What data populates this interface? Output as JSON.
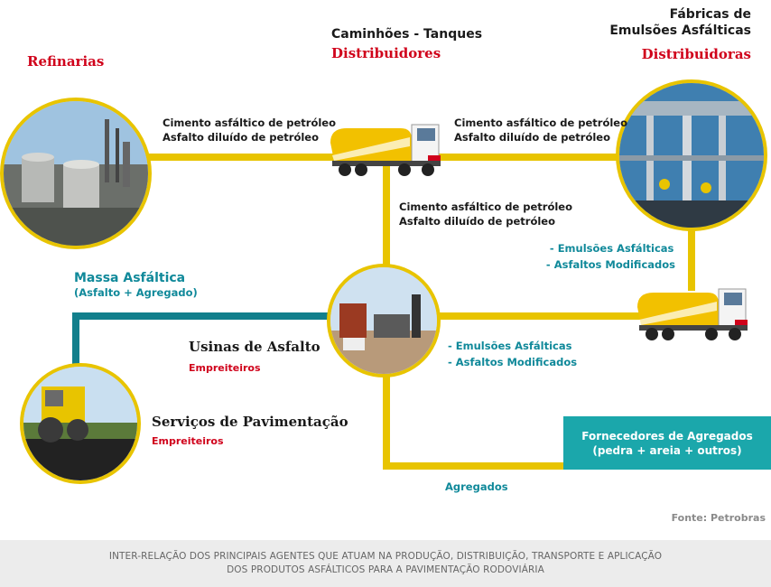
{
  "nodes": {
    "refinarias": {
      "title": "Refinarias"
    },
    "caminhoes": {
      "title": "Caminhões - Tanques",
      "subtitle": "Distribuidores"
    },
    "fabricas": {
      "title_line1": "Fábricas de",
      "title_line2": "Emulsões Asfálticas",
      "subtitle": "Distribuidoras"
    },
    "massa": {
      "title": "Massa Asfáltica",
      "subtitle": "(Asfalto + Agregado)"
    },
    "usinas": {
      "title": "Usinas de Asfalto",
      "subtitle": "Empreiteiros"
    },
    "servicos": {
      "title": "Serviços de Pavimentação",
      "subtitle": "Empreiteiros"
    },
    "fornecedores": {
      "line1": "Fornecedores de Agregados",
      "line2": "(pedra + areia + outros)"
    }
  },
  "flows": {
    "refinaria_to_truck": {
      "line1": "Cimento asfáltico de petróleo",
      "line2": "Asfalto diluído de petróleo"
    },
    "truck_to_fabrica": {
      "line1": "Cimento asfáltico de petróleo",
      "line2": "Asfalto diluído de petróleo"
    },
    "truck_to_usina": {
      "line1": "Cimento asfáltico de petróleo",
      "line2": "Asfalto diluído de petróleo"
    },
    "fabrica_to_truck2": {
      "line1": "- Emulsões Asfálticas",
      "line2": "- Asfaltos Modificados"
    },
    "truck2_to_usina": {
      "line1": "- Emulsões Asfálticas",
      "line2": "- Asfaltos Modificados"
    },
    "agregados": {
      "label": "Agregados"
    }
  },
  "source": "Fonte: Petrobras",
  "caption": {
    "line1": "INTER-RELAÇÃO DOS PRINCIPAIS AGENTES QUE ATUAM NA PRODUÇÃO, DISTRIBUIÇÃO, TRANSPORTE E APLICAÇÃO",
    "line2": "DOS PRODUTOS ASFÁLTICOS PARA A PAVIMENTAÇÃO RODOVIÁRIA"
  },
  "colors": {
    "yellow_line": "#e8c400",
    "teal_line": "#127f8c",
    "red_text": "#d0021b",
    "teal_text": "#10899a",
    "supplier_box": "#1ba7ab"
  }
}
